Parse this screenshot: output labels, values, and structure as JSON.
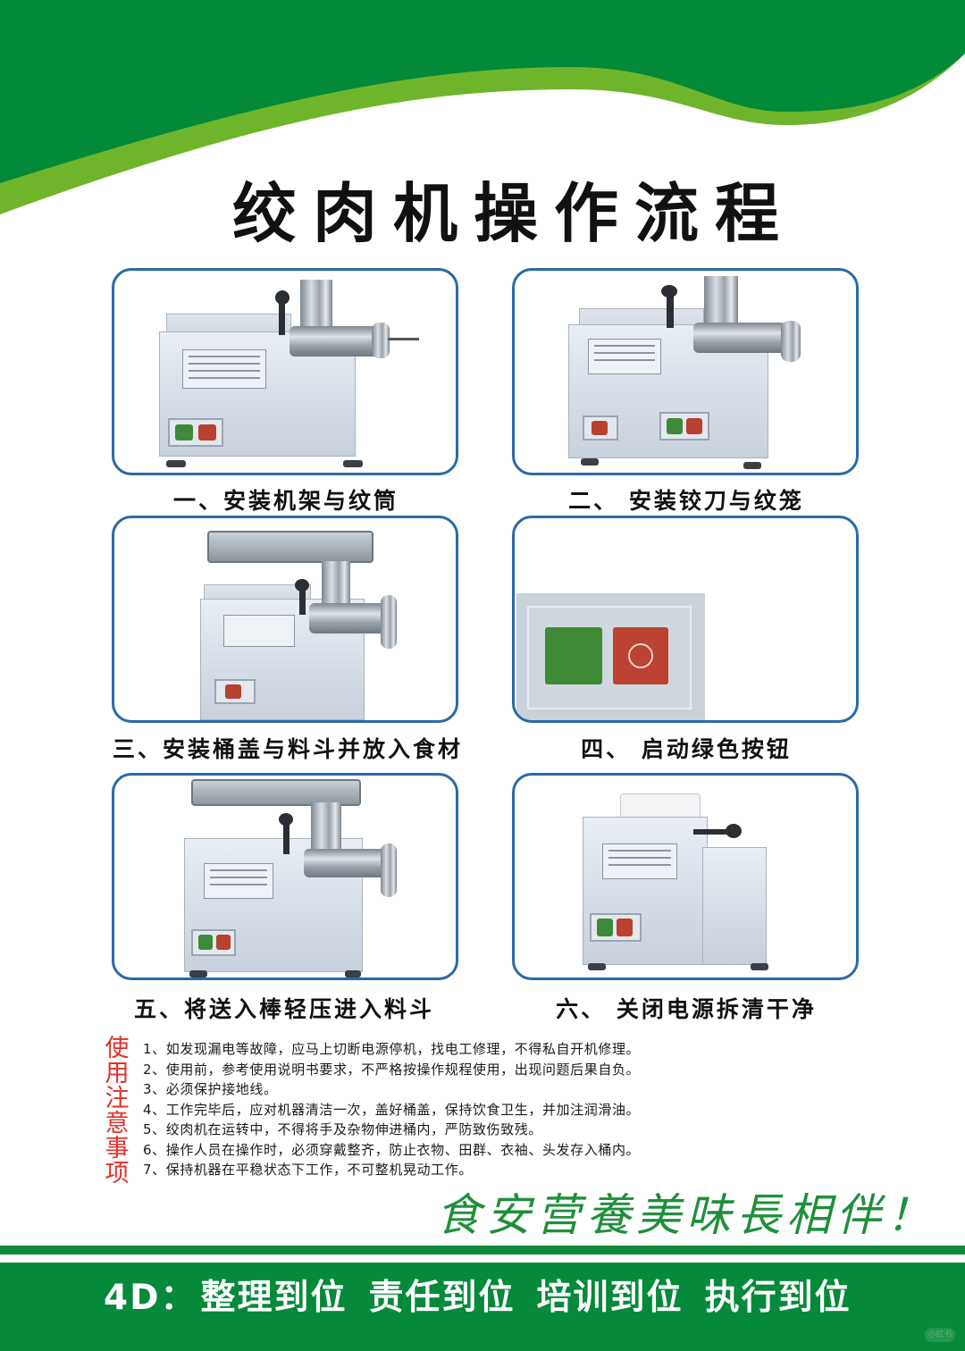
{
  "colors": {
    "dark_green": "#028a38",
    "light_green": "#6fb52b",
    "card_border": "#2a6aa6",
    "notes_heading": "#e0312a",
    "slogan": "#1f8f3a",
    "footer_band": "#05893a"
  },
  "header": {
    "title": "绞肉机操作流程"
  },
  "steps": [
    {
      "caption": "一、安装机架与纹筒",
      "image": "meat-grinder-base-with-barrel"
    },
    {
      "caption": "二、 安装铰刀与纹笼",
      "image": "meat-grinder-with-blade-and-cage"
    },
    {
      "caption": "三、安装桶盖与料斗并放入食材",
      "image": "meat-grinder-with-hopper-tray"
    },
    {
      "caption": "四、 启动绿色按钮",
      "image": "green-red-switch-closeup"
    },
    {
      "caption": "五、将送入棒轻压进入料斗",
      "image": "meat-grinder-pressing-feeder"
    },
    {
      "caption": "六、 关闭电源拆清干净",
      "image": "meat-grinder-disassembled"
    }
  ],
  "notes": {
    "heading": [
      "使",
      "用",
      "注",
      "意",
      "事",
      "项"
    ],
    "items": [
      "1、如发现漏电等故障，应马上切断电源停机，找电工修理，不得私自开机修理。",
      "2、使用前，参考使用说明书要求，不严格按操作规程使用，出现问题后果自负。",
      "3、必须保护接地线。",
      "4、工作完毕后，应对机器清洁一次，盖好桶盖，保持饮食卫生，并加注润滑油。",
      "5、绞肉机在运转中，不得将手及杂物伸进桶内，严防致伤致残。",
      "6、操作人员在操作时，必须穿戴整齐，防止衣物、田群、衣袖、头发存入桶内。",
      "7、保持机器在平稳状态下工作，不可整机晃动工作。"
    ]
  },
  "slogan": "食安营養美味長相伴！",
  "footer": {
    "prefix": "4D：",
    "items": [
      "整理到位",
      "责任到位",
      "培训到位",
      "执行到位"
    ]
  },
  "watermark": "小红书"
}
